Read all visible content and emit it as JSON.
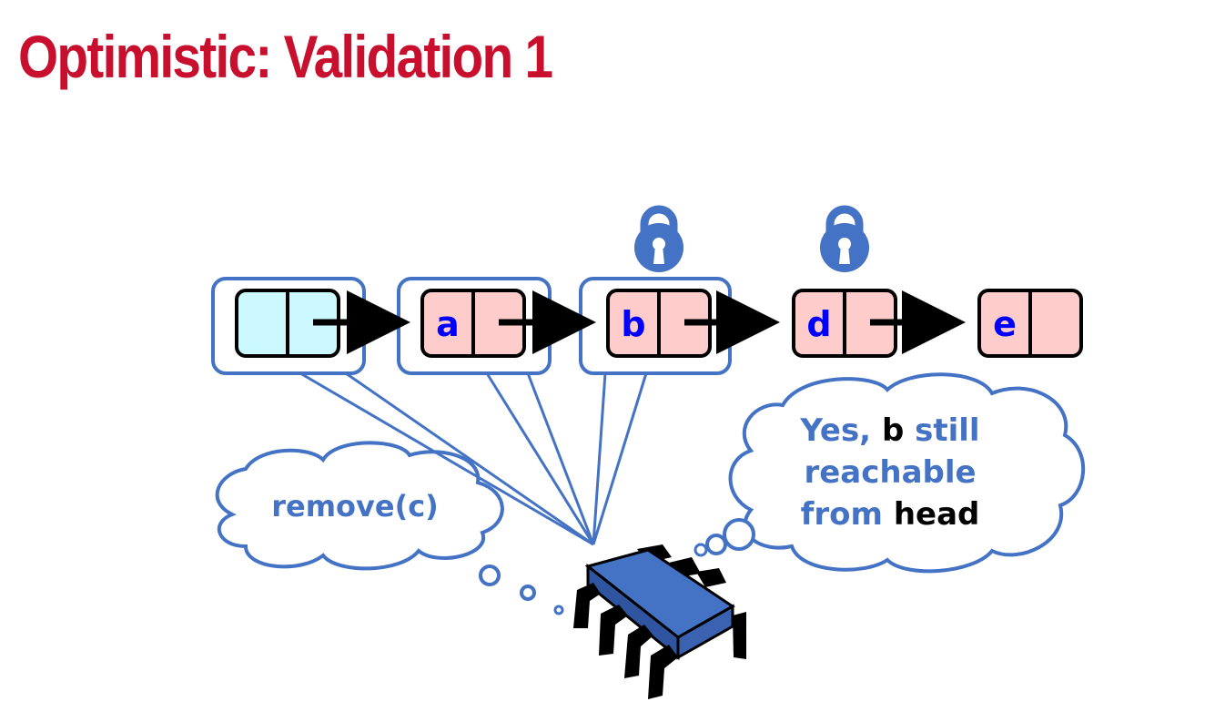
{
  "slide": {
    "title": "Optimistic: Validation 1"
  },
  "list": {
    "nodes": [
      {
        "id": "head",
        "label": "",
        "fill": "#ccf9ff"
      },
      {
        "id": "a",
        "label": "a",
        "fill": "#ffcccc"
      },
      {
        "id": "b",
        "label": "b",
        "fill": "#ffcccc"
      },
      {
        "id": "d",
        "label": "d",
        "fill": "#ffcccc"
      },
      {
        "id": "e",
        "label": "e",
        "fill": "#ffcccc"
      }
    ],
    "locked": [
      "b",
      "d"
    ]
  },
  "thoughts": {
    "left": {
      "text": "remove(c)"
    },
    "right": {
      "line1_a": "Yes, ",
      "line1_b": "b",
      "line1_c": " still",
      "line2": "reachable",
      "line3_a": "from ",
      "line3_b": "head"
    }
  },
  "colors": {
    "title": "#c8102e",
    "accent": "#4472c4",
    "node_label": "#0000ff",
    "head_node": "#ccf9ff",
    "list_node": "#ffcccc",
    "thread_body": "#4472c4",
    "text_dark": "#000000"
  },
  "icons": {
    "lock": "padlock-icon",
    "thread": "processor-chip-icon"
  }
}
